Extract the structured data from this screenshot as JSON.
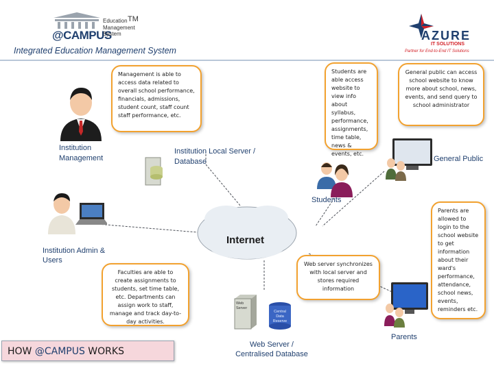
{
  "header": {
    "logo_name": "@CAMPUS",
    "logo_tagline_lines": [
      "Education",
      "Management",
      "System"
    ],
    "logo_tm": "TM",
    "subtitle": "Integrated Education Management System",
    "partner_name": "AZURE",
    "partner_sub": "IT SOLUTIONS",
    "partner_tagline": "Partner for End-to-End IT Solutions"
  },
  "bubbles": {
    "management": "Management is able to access data related to overall school performance, financials, admissions, student count, staff count staff performance, etc.",
    "students": "Students are able access website to view info about syllabus, performance, assignments, time table, news & events, etc.",
    "public": "General public can access school website to know more about school, news, events, and send query to school administrator",
    "parents": "Parents are allowed to login to the school website to get information about their ward's performance, attendance, school news, events, reminders etc.",
    "faculties": "Faculties are able to create assignments to students, set time table, etc. Departments can assign work to staff, manage and track day-to-day activities.",
    "webserver": "Web server synchronizes with local server and stores required information"
  },
  "labels": {
    "institution_management": "Institution Management",
    "local_server": "Institution Local Server / Database",
    "general_public": "General Public",
    "students": "Students",
    "admin_users": "Institution Admin & Users",
    "parents": "Parents",
    "web_server": "Web Server / Centralised Database",
    "internet": "Internet",
    "web_server_icon": "Web Server",
    "central_db_icon": "Central Data Reserve"
  },
  "footer": {
    "prefix": "HOW ",
    "brand": "@CAMPUS",
    "suffix": " WORKS"
  },
  "colors": {
    "bubble_border": "#f2a12e",
    "label_text": "#1f3f6e",
    "footer_bg": "#f6d7dc",
    "partner_red": "#d32027",
    "partner_navy": "#1f3f6e"
  }
}
